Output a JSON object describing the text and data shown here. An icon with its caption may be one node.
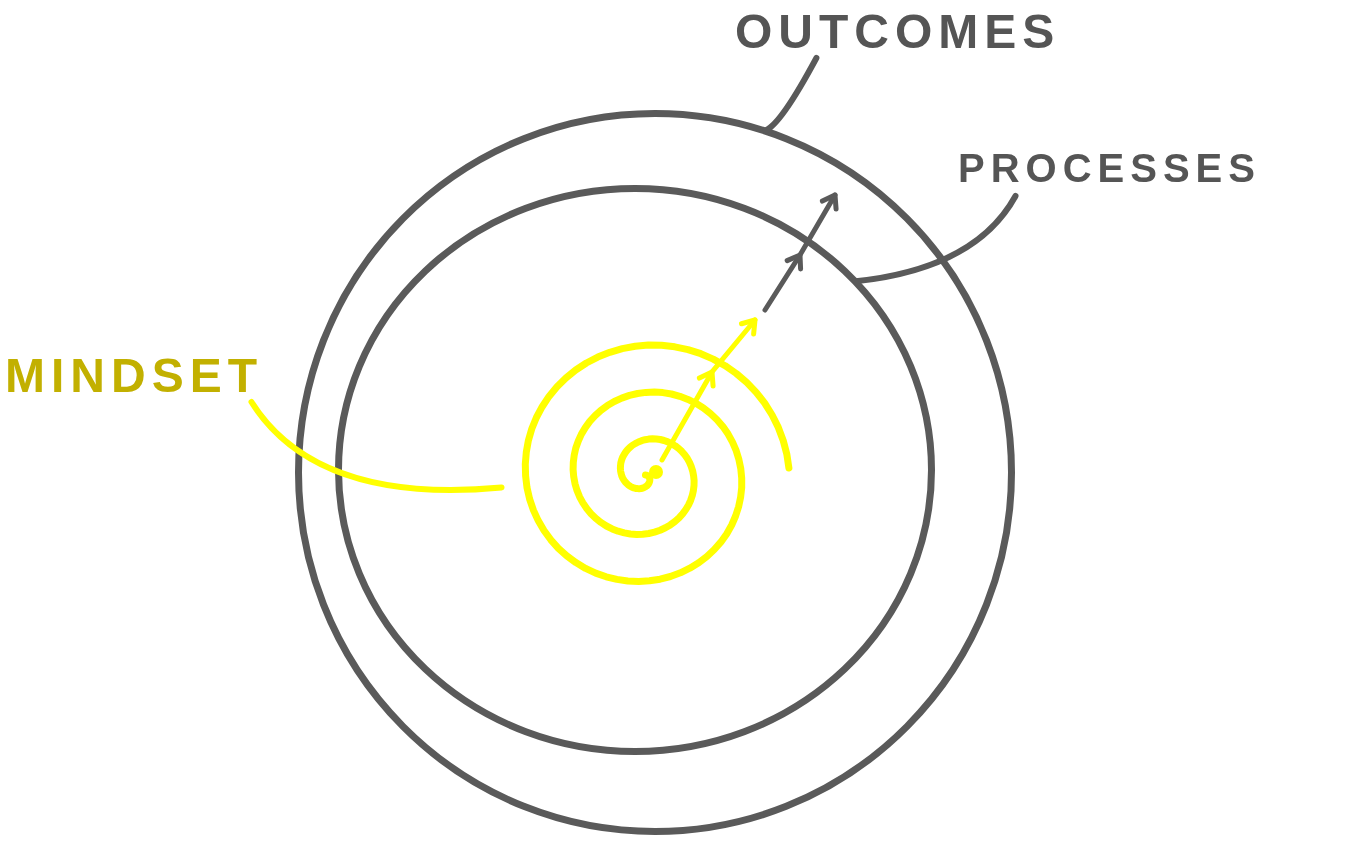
{
  "diagram": {
    "nodes": [
      {
        "text": [
          "OUTCOMES"
        ]
      },
      {
        "text": [
          "PROCESSES"
        ]
      },
      {
        "text": [
          "MINDSET"
        ]
      },
      {
        "text": [],
        "shape": "circle"
      },
      {
        "text": [],
        "shape": "circle",
        "in": 3
      },
      {
        "text": [],
        "shape": "spiral",
        "in": 4
      }
    ],
    "edges": [
      {
        "from": 0,
        "to": 3,
        "arrow": "none"
      },
      {
        "from": 1,
        "to": 4,
        "arrow": "none"
      },
      {
        "from": 2,
        "to": 5,
        "arrow": "none",
        "color": "#ffff00"
      }
    ]
  }
}
